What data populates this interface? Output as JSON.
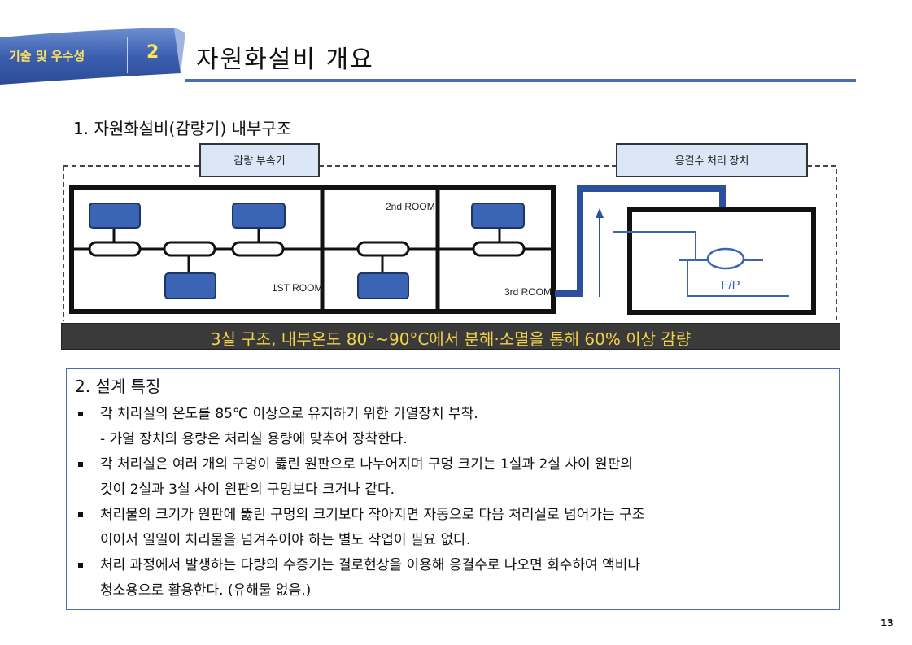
{
  "header": {
    "tab_label": "기술 및 우수성",
    "tab_number": "2",
    "title": "자원화설비 개요"
  },
  "section1": {
    "heading": "1. 자원화설비(감량기) 내부구조",
    "diagram": {
      "top_label_left": "감량 부속기",
      "top_label_right": "응결수 처리 장치",
      "room2_label": "2nd ROOM",
      "room1_label": "1ST ROOM",
      "room3_label": "3rd ROOM",
      "fp_label": "F/P"
    },
    "caption": "3실 구조, 내부온도 80°~90°C에서 분해·소멸을 통해 60% 이상 감량"
  },
  "section2": {
    "heading": "2. 설계 특징",
    "items": [
      {
        "lines": [
          "각 처리실의 온도를 85℃ 이상으로 유지하기 위한 가열장치 부착."
        ],
        "sub": "- 가열 장치의 용량은 처리실 용량에 맞추어 장착한다."
      },
      {
        "lines": [
          "각 처리실은 여러 개의 구멍이 뚫린 원판으로 나누어지며 구멍 크기는 1실과 2실 사이 원판의",
          "것이 2실과 3실 사이 원판의 구멍보다 크거나 같다."
        ]
      },
      {
        "lines": [
          "처리물의 크기가 원판에 뚫린 구멍의 크기보다 작아지면 자동으로 다음 처리실로 넘어가는 구조",
          "이어서 일일이 처리물을 넘겨주어야 하는 별도 작업이 필요 없다."
        ]
      },
      {
        "lines": [
          "처리 과정에서 발생하는 다량의 수증기는 결로현상을 이용해 응결수로 나오면 회수하여 액비나",
          "청소용으로 활용한다. (유해물 없음.)"
        ]
      }
    ]
  },
  "footer": {
    "page_number": "13"
  },
  "colors": {
    "accent_blue": "#4a6fb5",
    "unit_blue": "#3b64b5",
    "caption_text": "#f3d34a",
    "caption_band": "#3a3a3a"
  }
}
